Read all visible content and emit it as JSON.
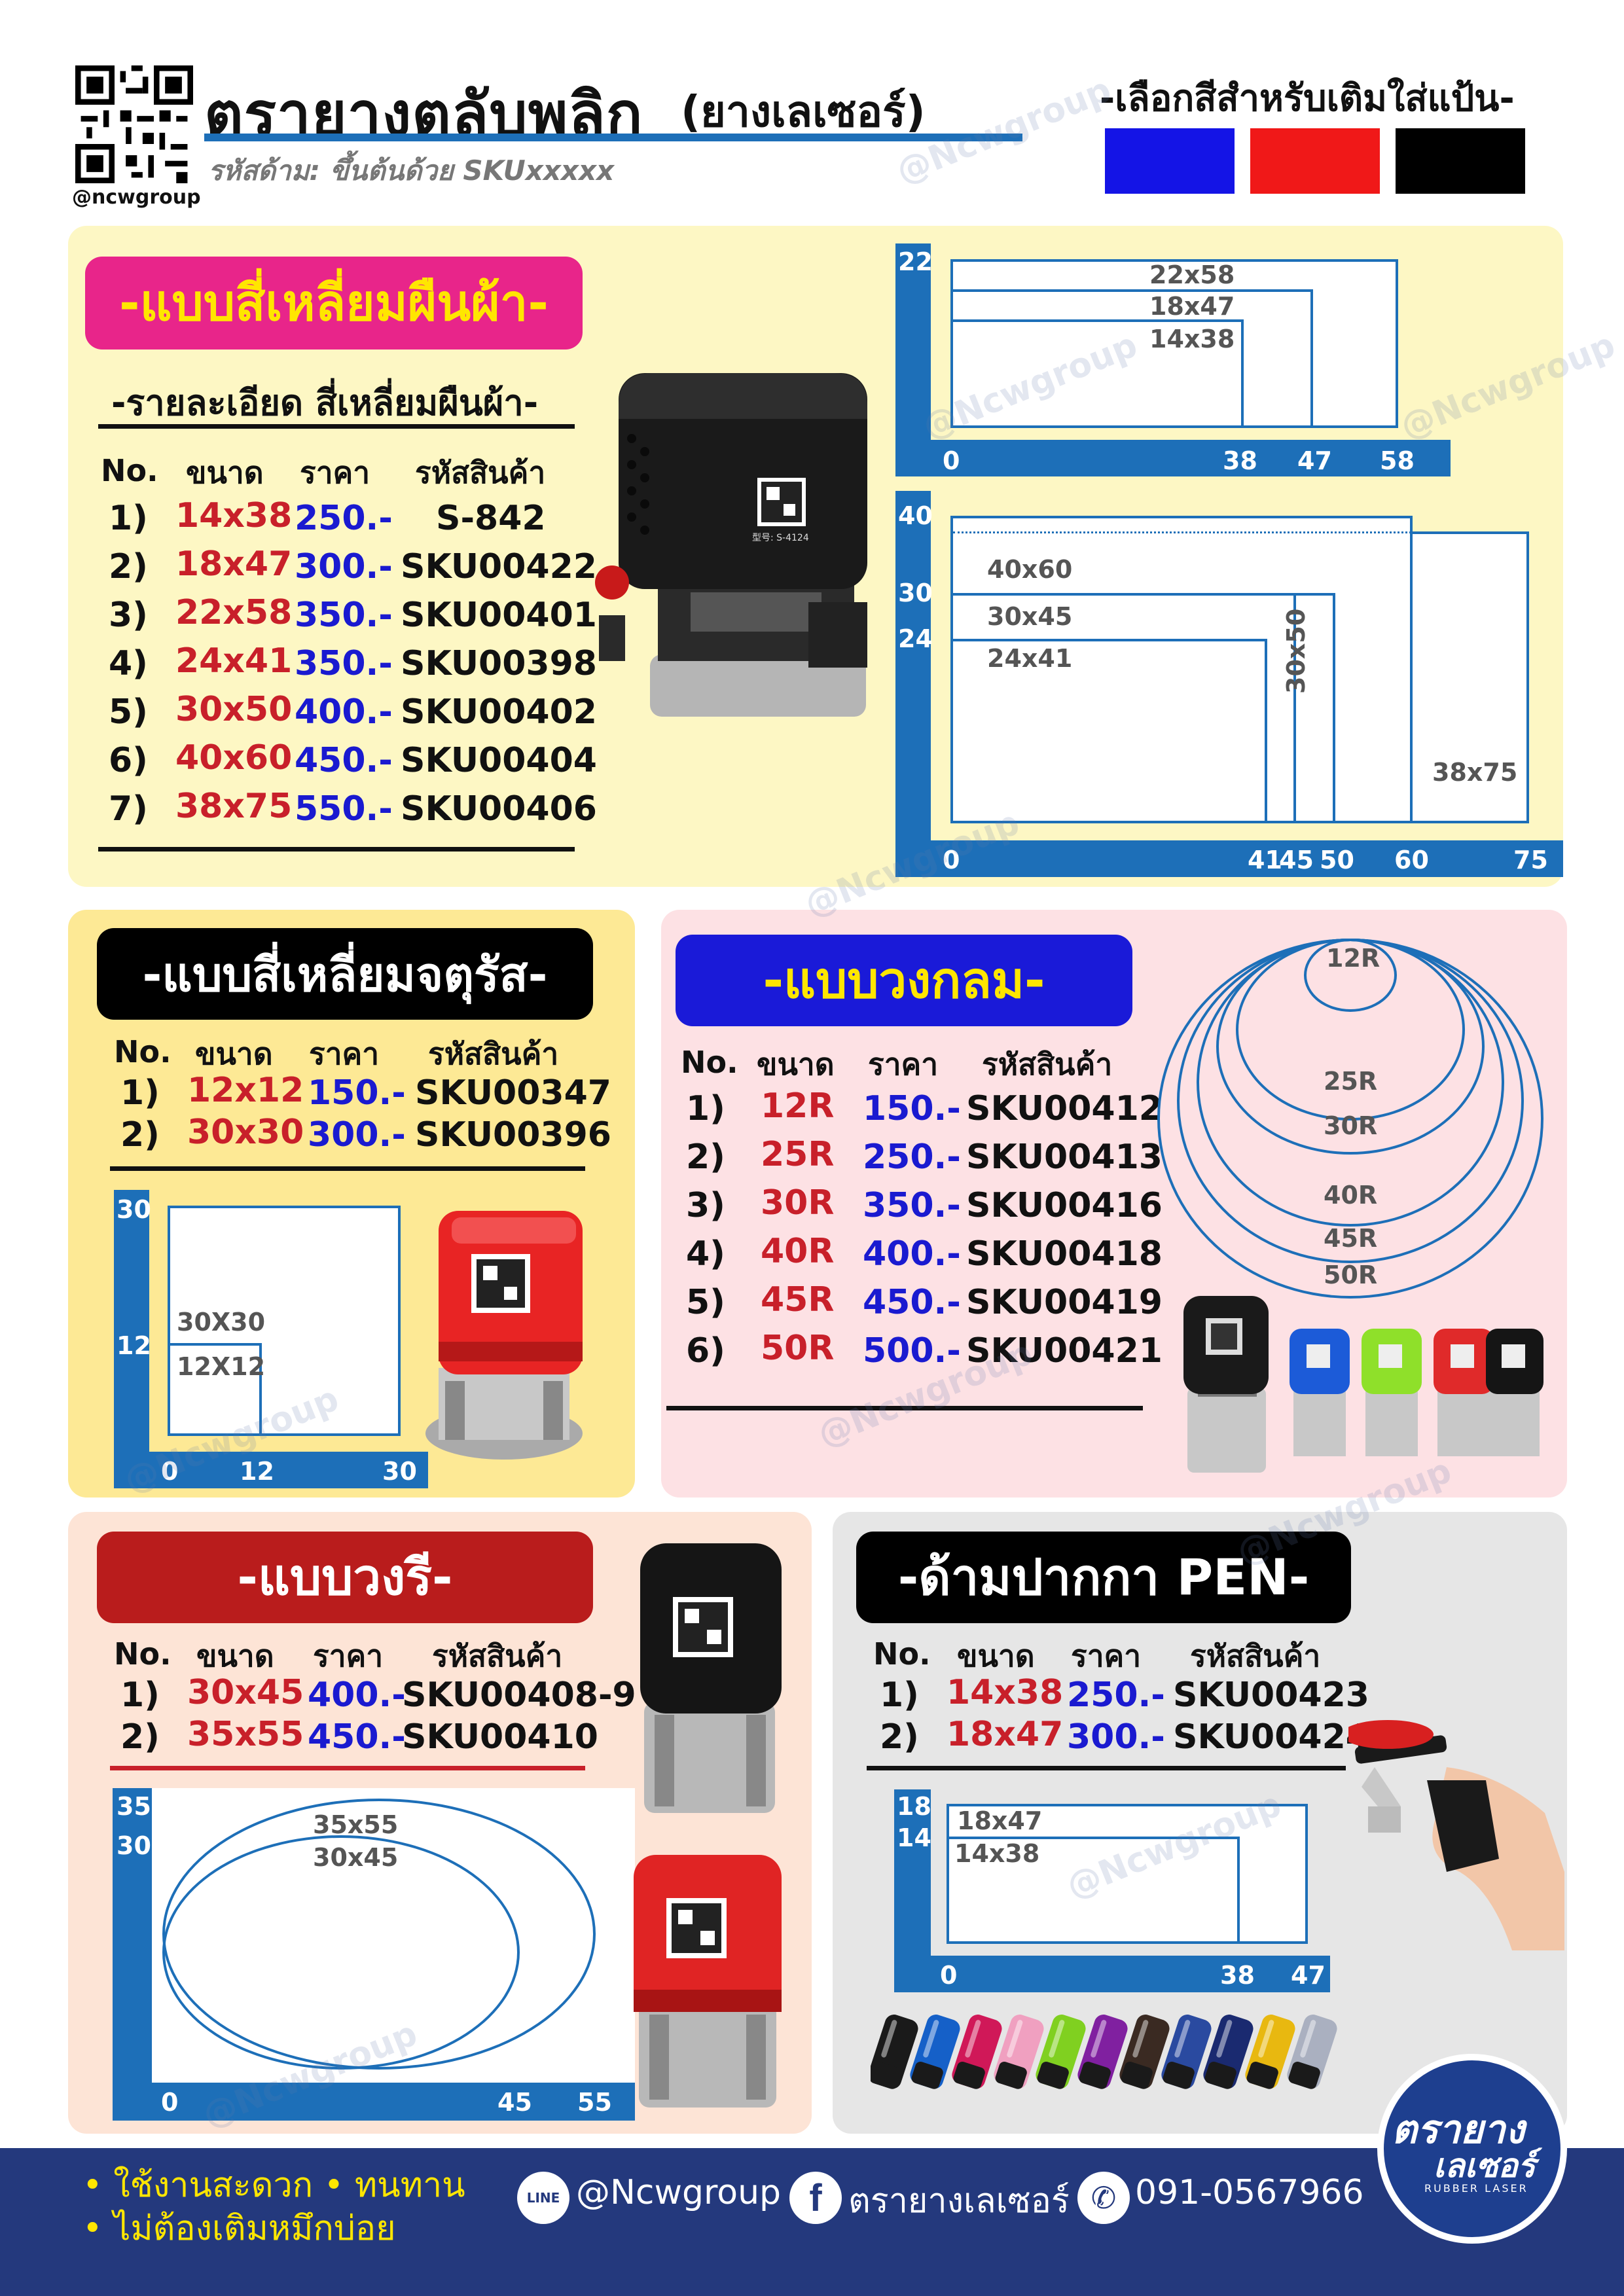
{
  "header": {
    "title": "ตรายางตลับพลิก",
    "title_sub": "(ยางเลเซอร์)",
    "code_note": "รหัสด้าม: ขึ้นต้นด้วย SKUxxxxx",
    "qr_caption": "@ncwgroup",
    "color_pick": "-เลือกสีสำหรับเติมใส่แป้น-",
    "colors": [
      "#1414e6",
      "#f01818",
      "#000000"
    ]
  },
  "watermark": "@Ncwgroup",
  "rect": {
    "tag": "-แบบสี่เหลี่ยมผืนผ้า-",
    "subtitle": "-รายละเอียด สี่เหลี่ยมผืนผ้า-",
    "headers": [
      "No.",
      "ขนาด",
      "ราคา",
      "รหัสสินค้า"
    ],
    "rows": [
      [
        "1)",
        "14x38",
        "250.-",
        "S-842"
      ],
      [
        "2)",
        "18x47",
        "300.-",
        "SKU00422"
      ],
      [
        "3)",
        "22x58",
        "350.-",
        "SKU00401"
      ],
      [
        "4)",
        "24x41",
        "350.-",
        "SKU00398"
      ],
      [
        "5)",
        "30x50",
        "400.-",
        "SKU00402"
      ],
      [
        "6)",
        "40x60",
        "450.-",
        "SKU00404"
      ],
      [
        "7)",
        "38x75",
        "550.-",
        "SKU00406"
      ]
    ],
    "stamp_model": "型号: S-4124",
    "d1": {
      "y": "22",
      "x": [
        "0",
        "38",
        "47",
        "58"
      ],
      "boxes": [
        "22x58",
        "18x47",
        "14x38"
      ]
    },
    "d2": {
      "y": [
        "40",
        "30",
        "24"
      ],
      "x": [
        "0",
        "41",
        "45",
        "50",
        "60",
        "75"
      ],
      "boxes": [
        "40x60",
        "30x45",
        "24x41",
        "30x50",
        "38x75"
      ]
    }
  },
  "square": {
    "tag": "-แบบสี่เหลี่ยมจตุรัส-",
    "headers": [
      "No.",
      "ขนาด",
      "ราคา",
      "รหัสสินค้า"
    ],
    "rows": [
      [
        "1)",
        "12x12",
        "150.-",
        "SKU00347"
      ],
      [
        "2)",
        "30x30",
        "300.-",
        "SKU00396"
      ]
    ],
    "d": {
      "y": [
        "30",
        "12"
      ],
      "x": [
        "0",
        "12",
        "30"
      ],
      "boxes": [
        "30X30",
        "12X12"
      ]
    }
  },
  "round": {
    "tag": "-แบบวงกลม-",
    "headers": [
      "No.",
      "ขนาด",
      "ราคา",
      "รหัสสินค้า"
    ],
    "rows": [
      [
        "1)",
        "12R",
        "150.-",
        "SKU00412"
      ],
      [
        "2)",
        "25R",
        "250.-",
        "SKU00413"
      ],
      [
        "3)",
        "30R",
        "350.-",
        "SKU00416"
      ],
      [
        "4)",
        "40R",
        "400.-",
        "SKU00418"
      ],
      [
        "5)",
        "45R",
        "450.-",
        "SKU00419"
      ],
      [
        "6)",
        "50R",
        "500.-",
        "SKU00421"
      ]
    ],
    "circles": [
      "12R",
      "25R",
      "30R",
      "40R",
      "45R",
      "50R"
    ]
  },
  "oval": {
    "tag": "-แบบวงรี-",
    "headers": [
      "No.",
      "ขนาด",
      "ราคา",
      "รหัสสินค้า"
    ],
    "rows": [
      [
        "1)",
        "30x45",
        "400.-",
        "SKU00408-9"
      ],
      [
        "2)",
        "35x55",
        "450.-",
        "SKU00410"
      ]
    ],
    "d": {
      "y": [
        "35",
        "30"
      ],
      "x": [
        "0",
        "45",
        "55"
      ],
      "ells": [
        "35x55",
        "30x45"
      ]
    }
  },
  "pen": {
    "tag": "-ด้ามปากกา PEN-",
    "headers": [
      "No.",
      "ขนาด",
      "ราคา",
      "รหัสสินค้า"
    ],
    "rows": [
      [
        "1)",
        "14x38",
        "250.-",
        "SKU00423"
      ],
      [
        "2)",
        "18x47",
        "300.-",
        "SKU00424"
      ]
    ],
    "d": {
      "y": [
        "18",
        "14"
      ],
      "x": [
        "0",
        "38",
        "47"
      ],
      "boxes": [
        "18x47",
        "14x38"
      ]
    },
    "pen_colors": [
      "#1a1a1a",
      "#1560c8",
      "#d01858",
      "#f0a0c0",
      "#80d020",
      "#8020a0",
      "#3a2a22",
      "#2a4aa0",
      "#1a2a70",
      "#e8b810",
      "#aab0c0"
    ]
  },
  "footer": {
    "bullet1": "• ใช้งานสะดวก • ทนทาน",
    "bullet2": "• ไม่ต้องเติมหมึกบ่อย",
    "line_label": "LINE",
    "line": "@Ncwgroup",
    "fb": "ตรายางเลเซอร์",
    "phone": "091-0567966",
    "logo_1": "ตรายาง",
    "logo_2": "เลเซอร์",
    "logo_3": "RUBBER LASER"
  }
}
